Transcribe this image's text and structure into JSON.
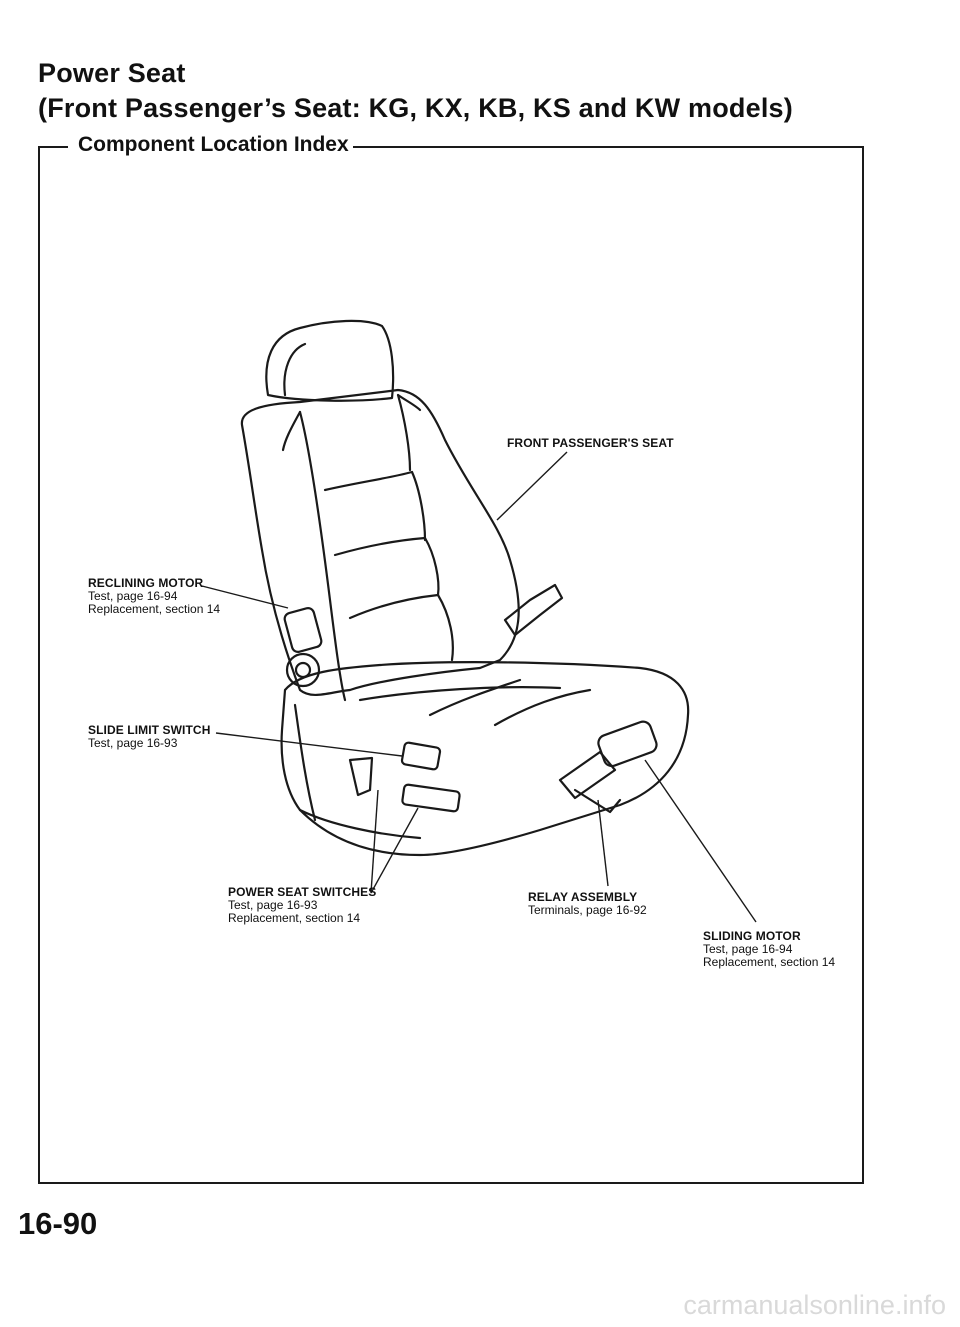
{
  "header": {
    "title": "Power Seat",
    "subtitle": "(Front Passenger’s Seat: KG, KX, KB, KS and KW models)"
  },
  "section": {
    "heading": "Component Location Index"
  },
  "callouts": {
    "front_seat": {
      "head": "FRONT PASSENGER'S SEAT"
    },
    "reclining_motor": {
      "head": "RECLINING MOTOR",
      "line1": "Test, page 16-94",
      "line2": "Replacement, section 14"
    },
    "slide_limit_switch": {
      "head": "SLIDE LIMIT SWITCH",
      "line1": "Test, page 16-93"
    },
    "power_seat_switches": {
      "head": "POWER SEAT SWITCHES",
      "line1": "Test, page 16-93",
      "line2": "Replacement, section 14"
    },
    "relay_assembly": {
      "head": "RELAY ASSEMBLY",
      "line1": "Terminals, page 16-92"
    },
    "sliding_motor": {
      "head": "SLIDING MOTOR",
      "line1": "Test, page 16-94",
      "line2": "Replacement, section 14"
    }
  },
  "footer": {
    "page_number": "16-90",
    "watermark": "carmanualsonline.info"
  }
}
